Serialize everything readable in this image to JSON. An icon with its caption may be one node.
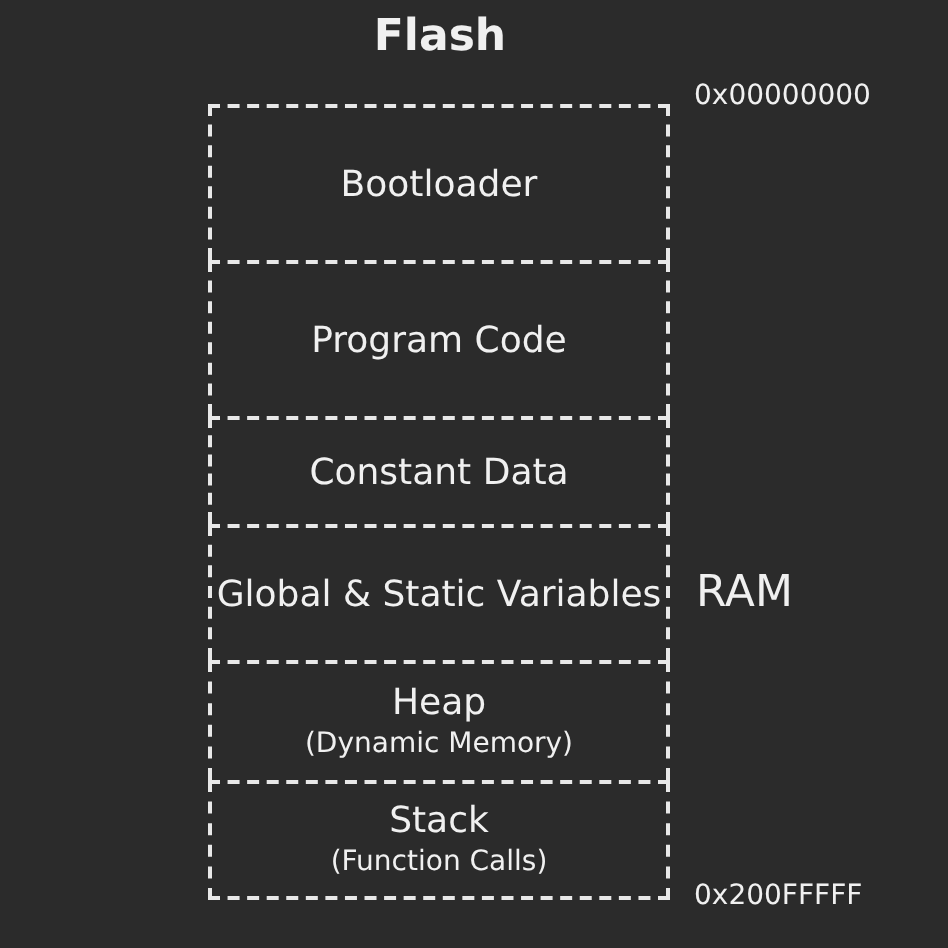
{
  "diagram": {
    "title": "Flash",
    "nodes": [
      {
        "text": [
          "Bootloader"
        ]
      },
      {
        "text": [
          "Program Code"
        ]
      },
      {
        "text": [
          "Constant Data"
        ]
      },
      {
        "text": [
          "Global & Static Variables"
        ]
      },
      {
        "text": [
          "Heap",
          "(Dynamic Memory)"
        ]
      },
      {
        "text": [
          "Stack",
          "(Function Calls)"
        ]
      }
    ],
    "edges": [],
    "labels": [
      "0x00000000",
      "RAM",
      "0x200FFFFF"
    ]
  }
}
